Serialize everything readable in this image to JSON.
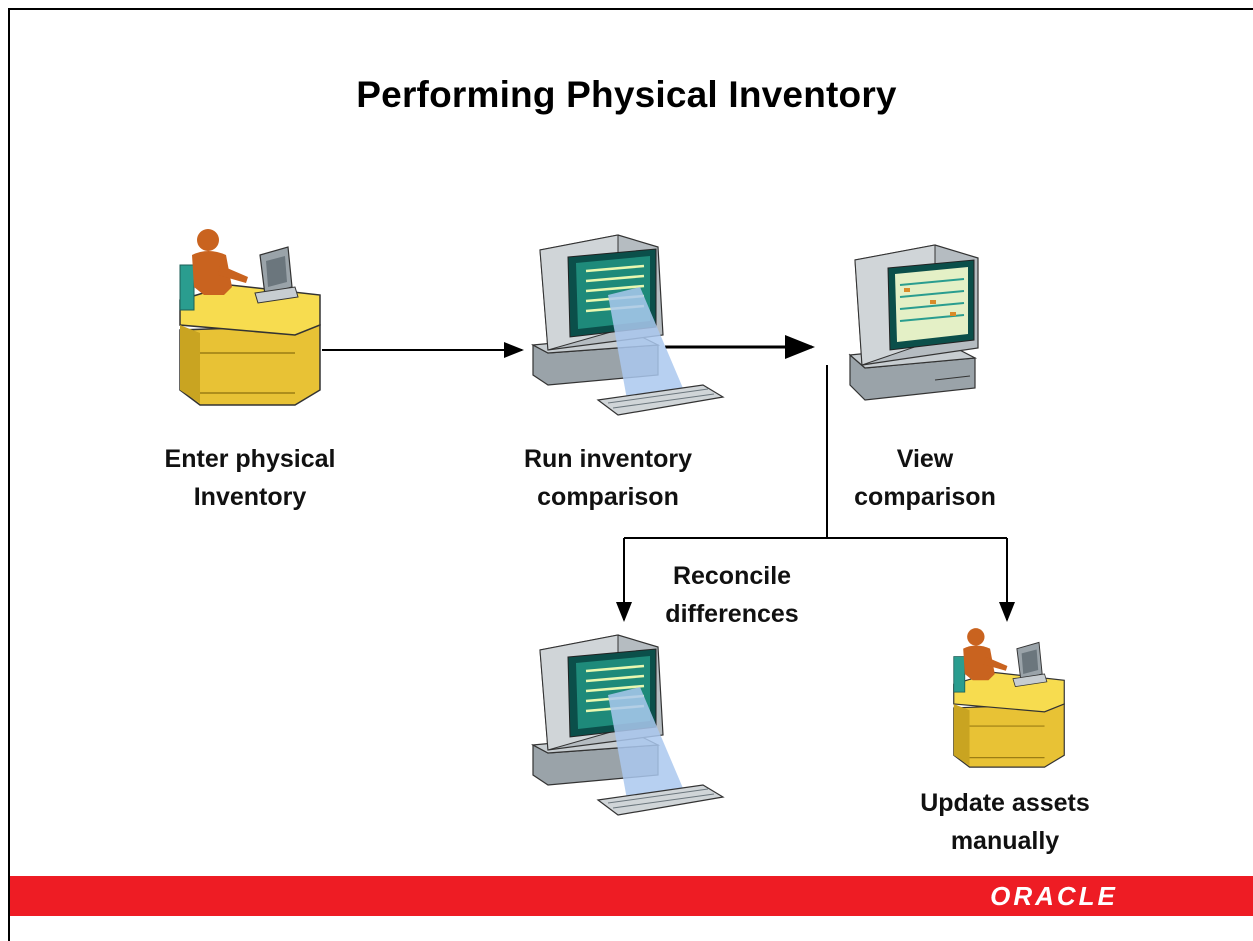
{
  "slide": {
    "title": "Performing Physical Inventory",
    "brand": "ORACLE",
    "colors": {
      "footer_bar": "#ee1c24",
      "desk": "#f2d24a",
      "person": "#d2691e",
      "monitor_screen": "#1e8a7a"
    }
  },
  "steps": [
    {
      "id": "enter",
      "icon": "person-at-desk-icon",
      "lines": [
        "Enter physical",
        "Inventory"
      ]
    },
    {
      "id": "run",
      "icon": "computer-with-keyboard-icon",
      "lines": [
        "Run inventory",
        "comparison"
      ]
    },
    {
      "id": "view",
      "icon": "computer-icon",
      "lines": [
        "View",
        "comparison"
      ]
    },
    {
      "id": "reconcile",
      "icon": "computer-with-keyboard-icon",
      "lines": [
        "Reconcile",
        "differences"
      ]
    },
    {
      "id": "update",
      "icon": "person-at-desk-icon",
      "lines": [
        "Update assets",
        "manually"
      ]
    }
  ]
}
